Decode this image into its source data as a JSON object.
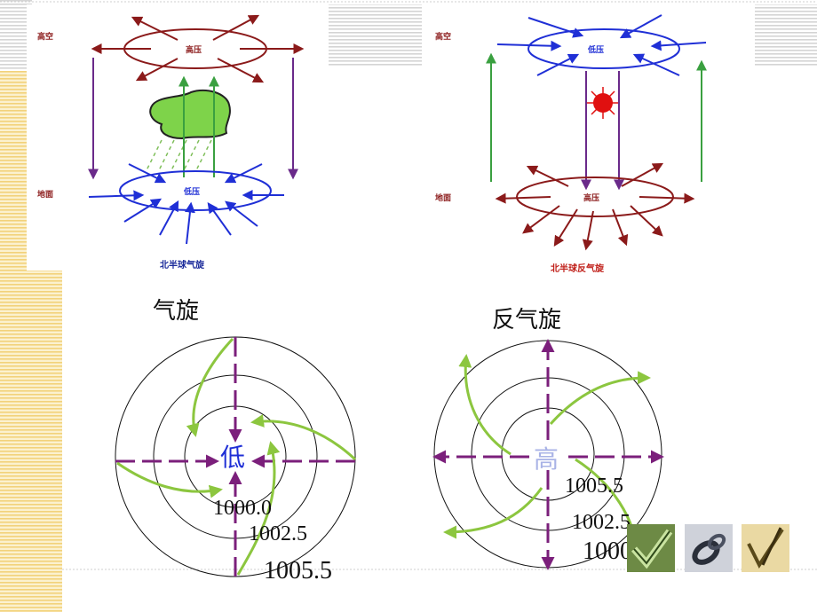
{
  "top_left": {
    "label_upper": "高空",
    "label_ground": "地面",
    "high_center": "高压",
    "low_center": "低压",
    "caption": "北半球气旋"
  },
  "top_right": {
    "label_upper": "高空",
    "label_ground": "地面",
    "low_center": "低压",
    "high_center": "高压",
    "caption": "北半球反气旋"
  },
  "bottom_left": {
    "title": "气旋",
    "center": "低",
    "isobars": [
      "1000.0",
      "1002.5",
      "1005.5"
    ]
  },
  "bottom_right": {
    "title": "反气旋",
    "center": "高",
    "isobars": [
      "1005.5",
      "1002.5",
      "1000.0"
    ]
  },
  "thumbnails": [
    "checkmark-thumbnail",
    "ring-thumbnail",
    "pen-check-thumbnail"
  ],
  "colors": {
    "dark_red": "#8b1a1a",
    "blue": "#1f2fd6",
    "green_arrow": "#8cc63f",
    "axis_purple": "#7b1f7b",
    "caption_blue": "#1a2a9a",
    "caption_red": "#c0201a",
    "stripe_yellow": "#f2d27a",
    "sun_red": "#e01010"
  }
}
